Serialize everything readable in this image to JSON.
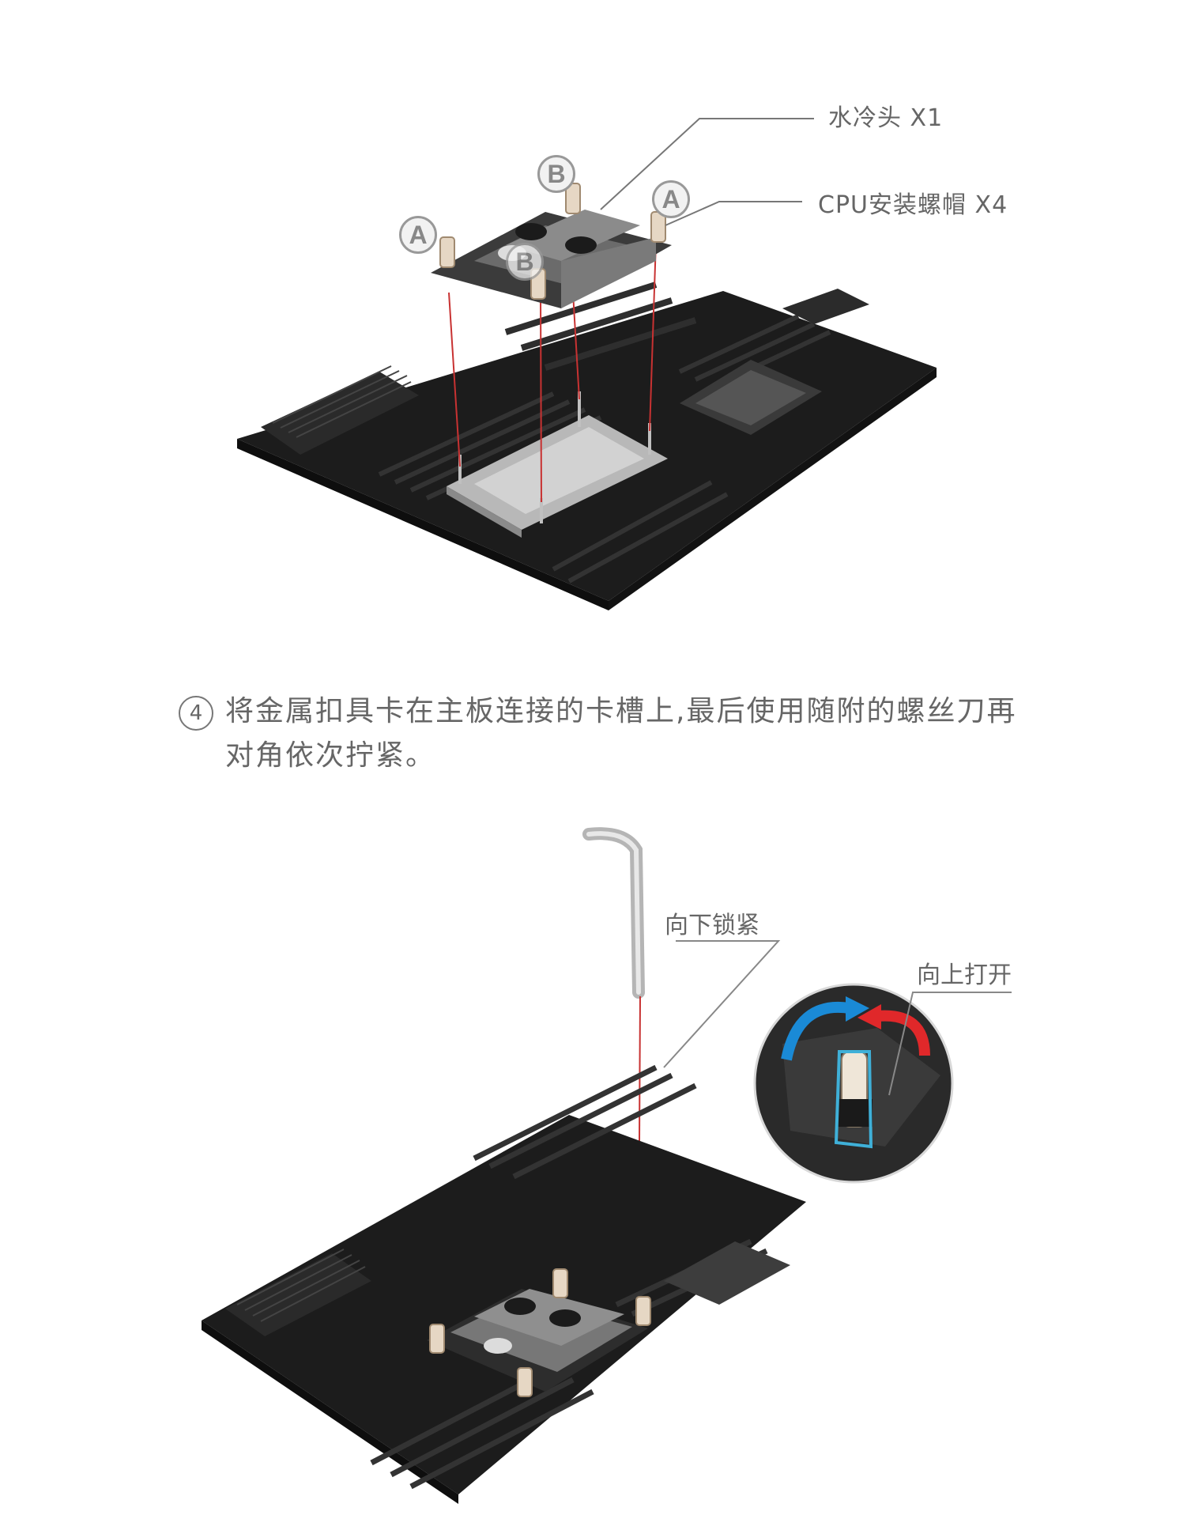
{
  "top_figure": {
    "callout_waterblock": "水冷头 X1",
    "callout_nut": "CPU安装螺帽 X4",
    "marker_a": "A",
    "marker_b": "B"
  },
  "step4": {
    "number": "4",
    "line1": "将金属扣具卡在主板连接的卡槽上,最后使用随附的螺丝刀再",
    "line2": "对角依次拧紧。"
  },
  "bottom_figure": {
    "callout_lock": "向下锁紧",
    "callout_open": "向上打开"
  },
  "colors": {
    "board": "#1f1f1f",
    "metal": "#9a9a9a",
    "lock_arrow": "#1a8ad6",
    "open_arrow": "#e0282a",
    "guide_line": "#c83232"
  }
}
